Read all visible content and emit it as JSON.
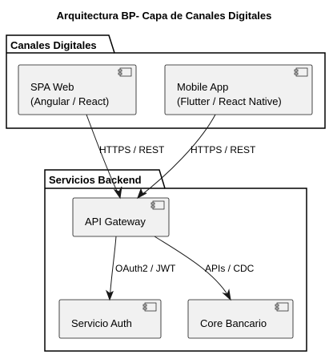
{
  "title": "Arquitectura BP- Capa de Canales Digitales",
  "packages": [
    {
      "id": "canales",
      "label": "Canales Digitales"
    },
    {
      "id": "backend",
      "label": "Servicios Backend"
    }
  ],
  "components": {
    "spa": {
      "lines": [
        "SPA Web",
        "(Angular / React)"
      ],
      "icon": "component-icon"
    },
    "mobile": {
      "lines": [
        "Mobile App",
        "(Flutter / React Native)"
      ],
      "icon": "component-icon"
    },
    "gateway": {
      "lines": [
        "API Gateway"
      ],
      "icon": "component-icon"
    },
    "auth": {
      "lines": [
        "Servicio Auth"
      ],
      "icon": "component-icon"
    },
    "core": {
      "lines": [
        "Core Bancario"
      ],
      "icon": "component-icon"
    }
  },
  "edges": [
    {
      "from": "SPA Web",
      "to": "API Gateway",
      "label": "HTTPS / REST"
    },
    {
      "from": "Mobile App",
      "to": "API Gateway",
      "label": "HTTPS / REST"
    },
    {
      "from": "API Gateway",
      "to": "Servicio Auth",
      "label": "OAuth2 / JWT"
    },
    {
      "from": "API Gateway",
      "to": "Core Bancario",
      "label": "APIs / CDC"
    }
  ]
}
